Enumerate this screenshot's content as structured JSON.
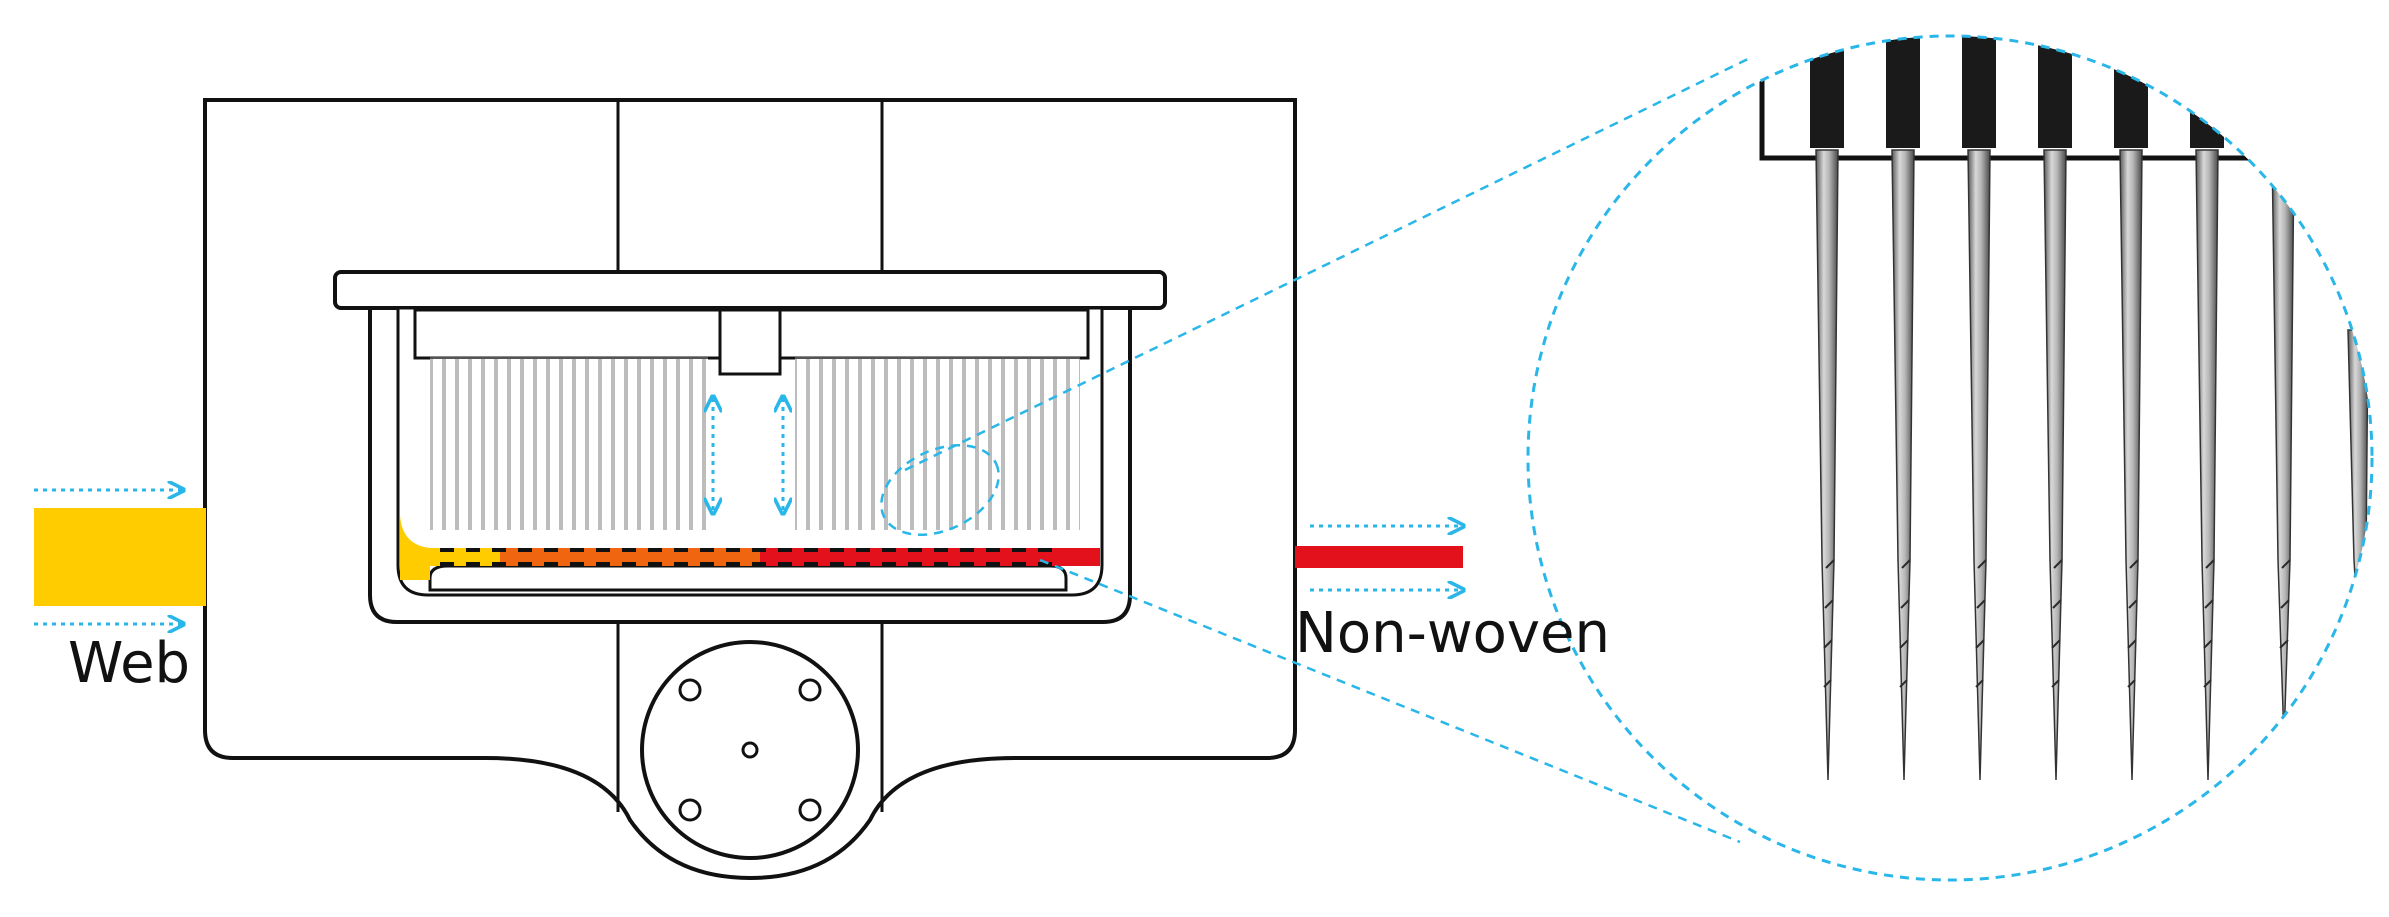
{
  "labels": {
    "input": "Web",
    "output": "Non-woven"
  },
  "colors": {
    "web": "#ffcc00",
    "nonwoven": "#e3111b",
    "flow_arrows": "#29b6e8",
    "outline": "#111111",
    "needle_board": "#1a1a1a",
    "needle": "#9a9a9a"
  },
  "icons": {
    "flow_arrow": "dotted-right-arrow",
    "stroke_arrow": "dotted-double-vertical-arrow"
  }
}
